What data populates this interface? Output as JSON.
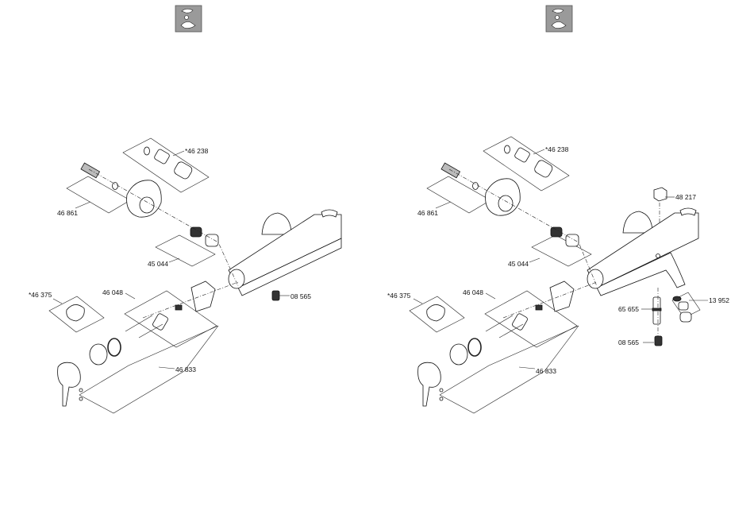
{
  "icons": [
    "maintenance-hand-icon",
    "maintenance-hand-icon"
  ],
  "left_diagram": {
    "labels": {
      "p46238": "*46 238",
      "p46861": "46 861",
      "p45044": "45 044",
      "p08565": "08 565",
      "p46375": "*46 375",
      "p46048": "46 048",
      "p46833": "46 833"
    }
  },
  "right_diagram": {
    "labels": {
      "p46238": "*46 238",
      "p46861": "46 861",
      "p48217": "48 217",
      "p45044": "45 044",
      "p46375": "*46 375",
      "p46048": "46 048",
      "p13952": "13 952",
      "p65655": "65 655",
      "p08565": "08 565",
      "p46833": "46 833"
    }
  }
}
